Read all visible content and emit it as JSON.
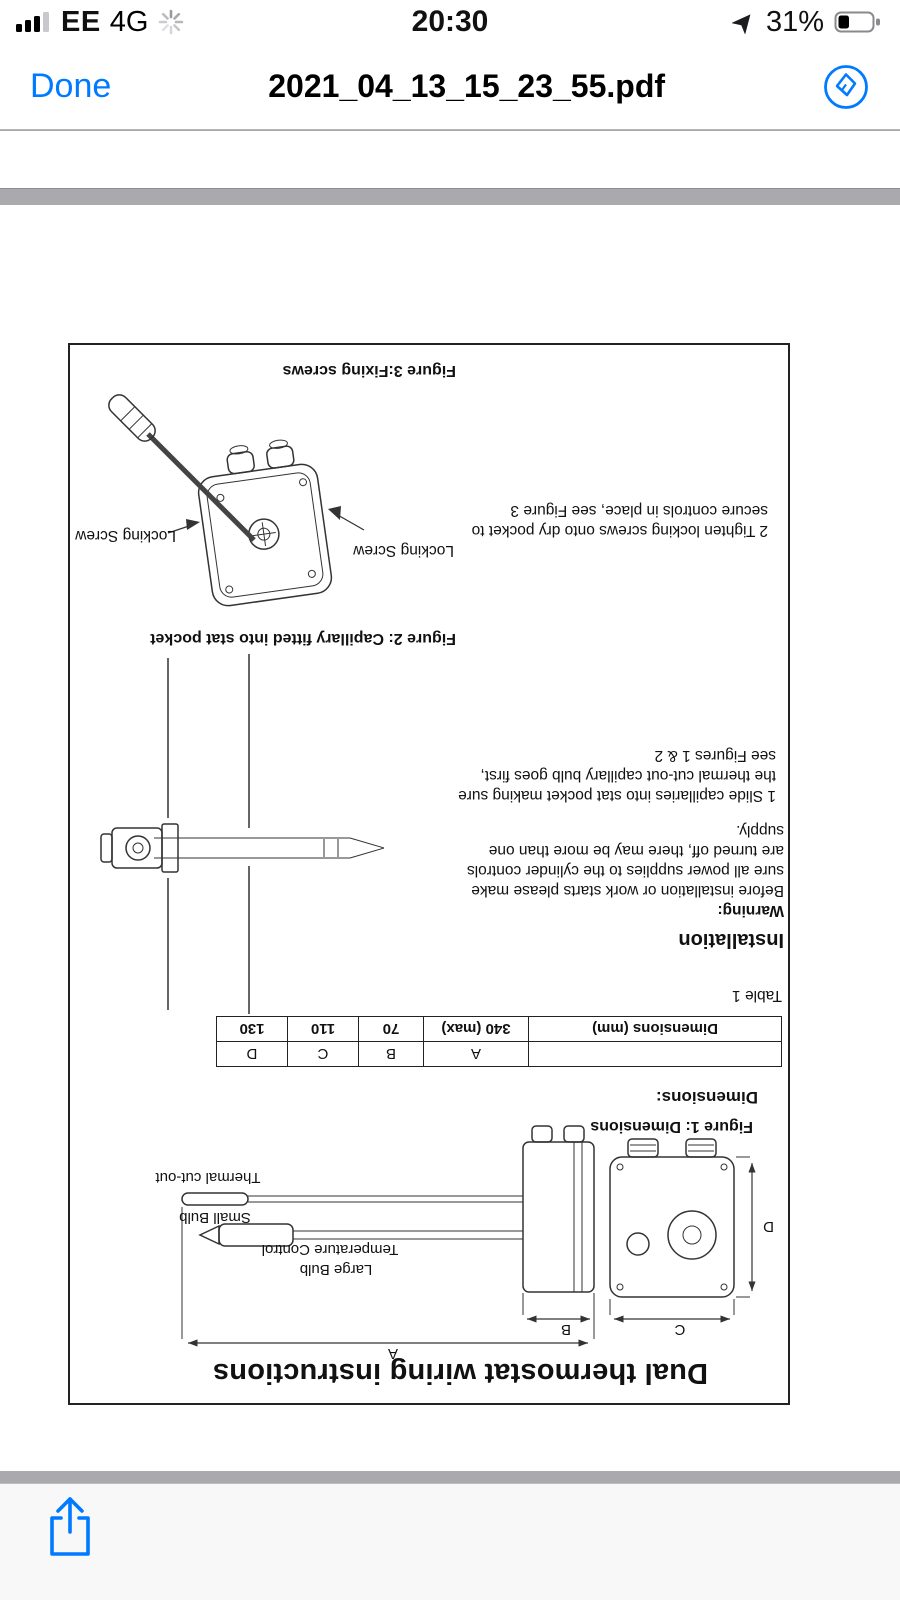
{
  "colors": {
    "accent": "#007aff",
    "background_gray": "#a9a9ae"
  },
  "status_bar": {
    "carrier": "EE",
    "network": "4G",
    "time": "20:30",
    "battery_percent": "31%"
  },
  "nav_bar": {
    "done_label": "Done",
    "title": "2021_04_13_15_23_55.pdf"
  },
  "icons": {
    "signal": "signal-bars-icon",
    "spinner": "activity-spinner-icon",
    "location": "location-arrow-icon",
    "battery": "battery-icon",
    "markup": "markup-icon",
    "share": "share-icon"
  },
  "document": {
    "title": "Dual thermostat wiring instructions",
    "figure1": {
      "caption": "Figure 1: Dimensions",
      "labels": {
        "large_bulb": "Large Bulb",
        "temperature_control": "Temperature Control",
        "small_bulb": "Small Bulb",
        "thermal_cut_out": "Thermal cut-out",
        "dim_a": "A",
        "dim_b": "B",
        "dim_c": "C",
        "dim_d": "D"
      }
    },
    "dimensions_heading": "Dimensions:",
    "table": {
      "header": [
        "",
        "A",
        "B",
        "C",
        "D"
      ],
      "row": [
        "Dimensions (mm)",
        "340 (max)",
        "70",
        "110",
        "130"
      ],
      "caption": "Table 1"
    },
    "installation_heading": "Installation",
    "warning": {
      "title": "Warning:",
      "lines": [
        "Before installation or work starts please make",
        "sure all power supplies to the cylinder controls",
        "are turned off, there may be more than one",
        "supply."
      ]
    },
    "step1_lines": [
      "1 Slide capillaries into stat pocket making sure",
      "the thermal cut-out capillary bulb goes first,",
      "see Figures 1 & 2"
    ],
    "figure2_caption": "Figure 2: Capillary fitted into stat pocket",
    "step2_lines": [
      "2 Tighten locking screws onto dry pocket to",
      "secure controls in place, see Figure 3"
    ],
    "figure3": {
      "caption": "Figure 3:Fixing screws",
      "label_left": "Locking Screw",
      "label_right": "Locking Screw"
    }
  }
}
